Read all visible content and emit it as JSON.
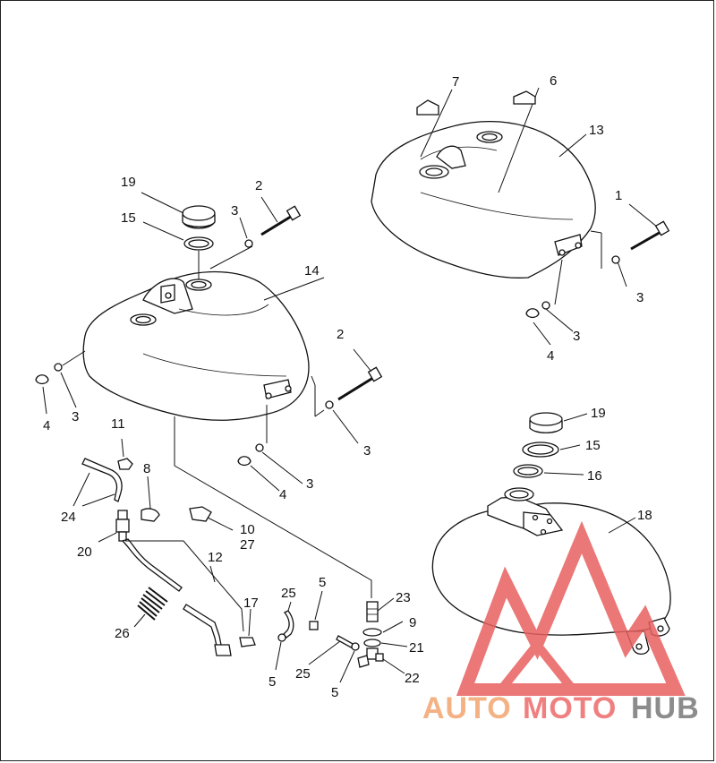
{
  "callouts": [
    {
      "label": "7"
    },
    {
      "label": "6"
    },
    {
      "label": "13"
    },
    {
      "label": "1"
    },
    {
      "label": "3"
    },
    {
      "label": "3"
    },
    {
      "label": "4"
    },
    {
      "label": "19"
    },
    {
      "label": "2"
    },
    {
      "label": "15"
    },
    {
      "label": "3"
    },
    {
      "label": "14"
    },
    {
      "label": "2"
    },
    {
      "label": "4"
    },
    {
      "label": "3"
    },
    {
      "label": "3"
    },
    {
      "label": "3"
    },
    {
      "label": "4"
    },
    {
      "label": "11"
    },
    {
      "label": "8"
    },
    {
      "label": "24"
    },
    {
      "label": "20"
    },
    {
      "label": "10"
    },
    {
      "label": "27"
    },
    {
      "label": "12"
    },
    {
      "label": "26"
    },
    {
      "label": "17"
    },
    {
      "label": "25"
    },
    {
      "label": "5"
    },
    {
      "label": "5"
    },
    {
      "label": "25"
    },
    {
      "label": "5"
    },
    {
      "label": "23"
    },
    {
      "label": "9"
    },
    {
      "label": "21"
    },
    {
      "label": "22"
    },
    {
      "label": "19"
    },
    {
      "label": "15"
    },
    {
      "label": "16"
    },
    {
      "label": "18"
    }
  ],
  "watermark": {
    "part1": "AUTO",
    "part2": "MOTO",
    "part3": "HUB",
    "colors": {
      "auto": "#f4b183",
      "moto": "#f08080",
      "hub": "#8c8c8c",
      "logo": "#e86060"
    }
  }
}
